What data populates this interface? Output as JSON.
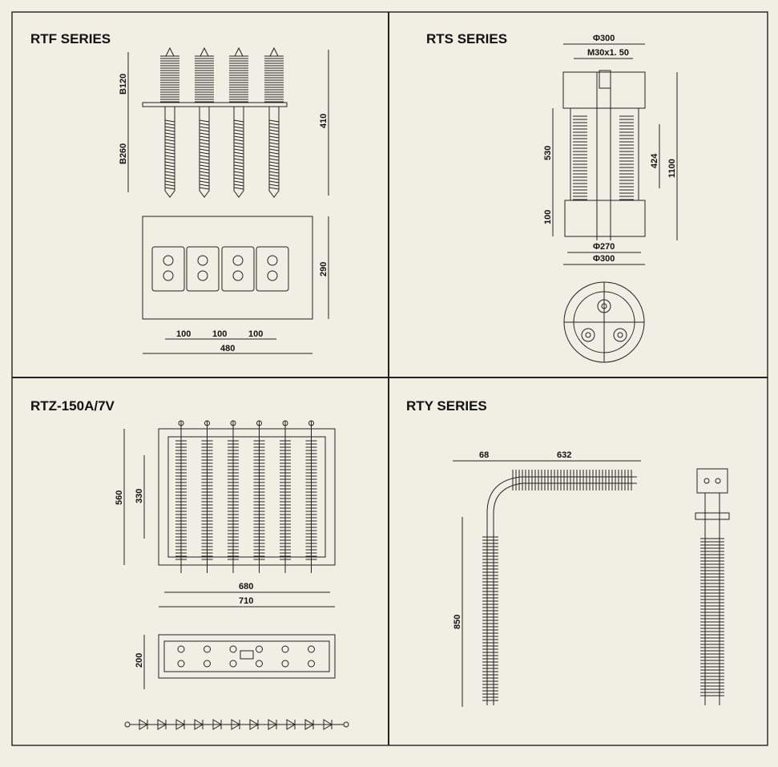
{
  "panels": {
    "rtf": {
      "title": "RTF SERIES",
      "dims": {
        "b120": "B120",
        "b260": "B260",
        "h410": "410",
        "h290": "290",
        "p1": "100",
        "p2": "100",
        "p3": "100",
        "w480": "480"
      }
    },
    "rts": {
      "title": "RTS SERIES",
      "dims": {
        "phi300_top": "Φ300",
        "thread": "M30x1. 50",
        "h530": "530",
        "h424": "424",
        "h1100": "1100",
        "h100": "100",
        "phi270": "Φ270",
        "phi300_bottom": "Φ300"
      }
    },
    "rtz": {
      "title": "RTZ-150A/7V",
      "dims": {
        "h560": "560",
        "h330": "330",
        "w680": "680",
        "w710": "710",
        "h200": "200"
      },
      "diode_count": 11
    },
    "rty": {
      "title": "RTY SERIES",
      "dims": {
        "w68": "68",
        "w632": "632",
        "h850": "850"
      }
    }
  }
}
